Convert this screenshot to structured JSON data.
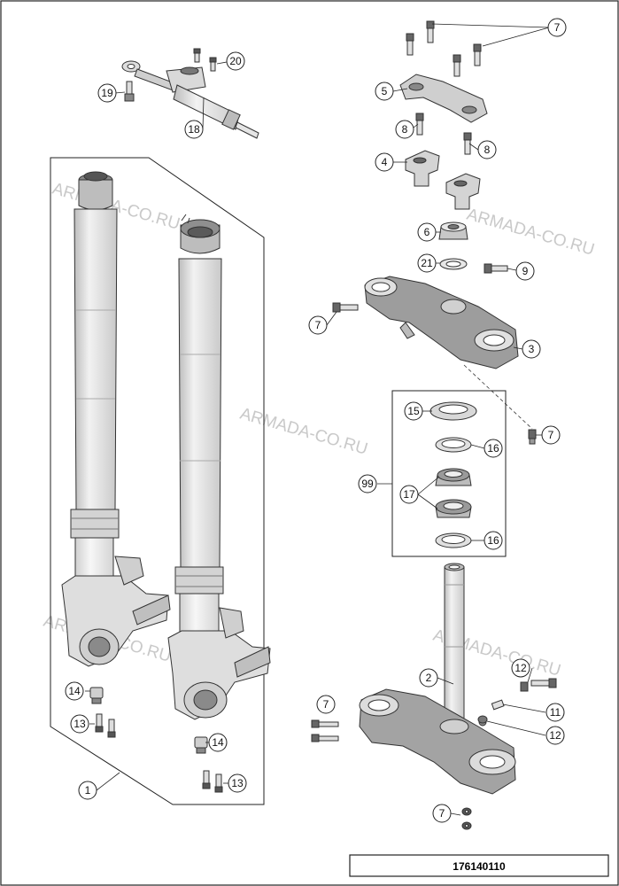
{
  "diagram_id": "176140110",
  "watermark": "ARMADA-CO.RU",
  "colors": {
    "line": "#222222",
    "part_fill": "#e2e2e2",
    "part_dark": "#9a9a9a",
    "part_shade": "#c4c4c4",
    "watermark": "#c9c9c9"
  },
  "callouts": {
    "c1": "1",
    "c2": "2",
    "c3": "3",
    "c4": "4",
    "c5": "5",
    "c6": "6",
    "c7": "7",
    "c8": "8",
    "c9": "9",
    "c11": "11",
    "c12": "12",
    "c13": "13",
    "c14": "14",
    "c15": "15",
    "c16": "16",
    "c17": "17",
    "c18": "18",
    "c19": "19",
    "c20": "20",
    "c21": "21",
    "c99": "99"
  }
}
